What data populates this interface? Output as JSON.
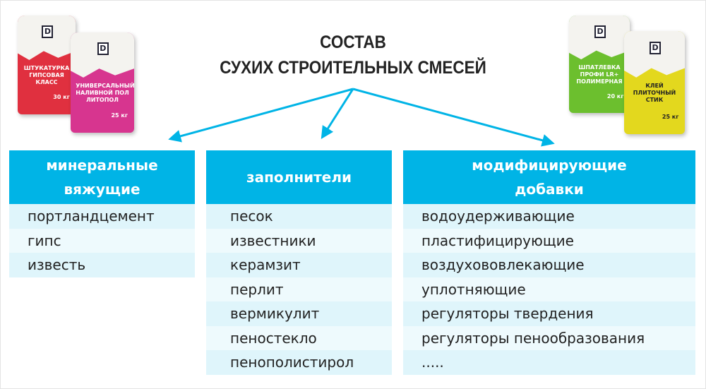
{
  "title": {
    "line1": "СОСТАВ",
    "line2": "СУХИХ СТРОИТЕЛЬНЫХ СМЕСЕЙ"
  },
  "columns": [
    {
      "header": "минеральные вяжущие",
      "items": [
        "портландцемент",
        "гипс",
        "известь"
      ]
    },
    {
      "header": "заполнители",
      "items": [
        "песок",
        "известники",
        "керамзит",
        "перлит",
        "вермикулит",
        "пеностекло",
        "пенополистирол"
      ]
    },
    {
      "header": "модифицирующие добавки",
      "items": [
        "водоудерживающие",
        "пластифицирующие",
        "воздухововлекающие",
        "уплотняющие",
        "регуляторы твердения",
        "регуляторы пенообразования",
        "....."
      ]
    }
  ],
  "products": [
    {
      "name": "ШТУКАТУРКА ГИПСОВАЯ КЛАСС",
      "weight": "30 кг",
      "color": "#e0303f",
      "text": "#fff"
    },
    {
      "name": "УНИВЕРСАЛЬНЫЙ НАЛИВНОЙ ПОЛ ЛИТОПОЛ",
      "weight": "25 кг",
      "color": "#d7358f",
      "text": "#fff"
    },
    {
      "name": "ШПАТЛЕВКА ПРОФИ LR+ ПОЛИМЕРНАЯ",
      "weight": "20 кг",
      "color": "#6cbf2e",
      "text": "#fff"
    },
    {
      "name": "КЛЕЙ ПЛИТОЧНЫЙ СТИК",
      "weight": "25 кг",
      "color": "#e3d81e",
      "text": "#222"
    }
  ],
  "colors": {
    "accent": "#00b4e6"
  }
}
